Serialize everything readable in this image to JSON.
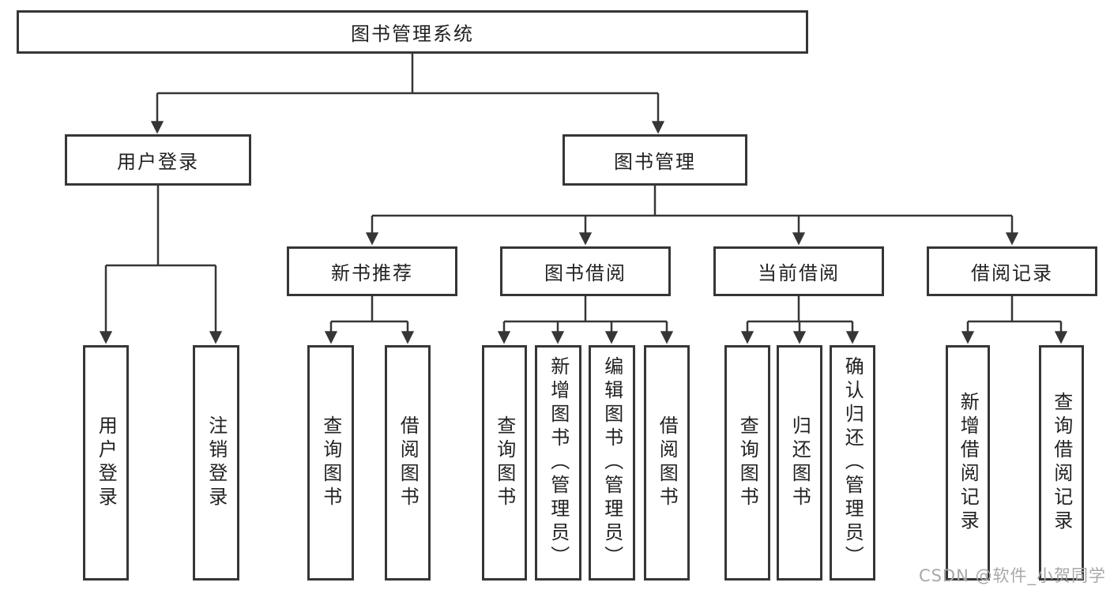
{
  "diagram": {
    "root": {
      "label": "图书管理系统"
    },
    "level2": [
      {
        "label": "用户登录"
      },
      {
        "label": "图书管理"
      }
    ],
    "level3": [
      {
        "label": "新书推荐"
      },
      {
        "label": "图书借阅"
      },
      {
        "label": "当前借阅"
      },
      {
        "label": "借阅记录"
      }
    ],
    "leaves": [
      {
        "label": "用户登录"
      },
      {
        "label": "注销登录"
      },
      {
        "label": "查询图书"
      },
      {
        "label": "借阅图书"
      },
      {
        "label": "查询图书"
      },
      {
        "label": "新增图书（管理员）"
      },
      {
        "label": "编辑图书（管理员）"
      },
      {
        "label": "借阅图书"
      },
      {
        "label": "查询图书"
      },
      {
        "label": "归还图书"
      },
      {
        "label": "确认归还（管理员）"
      },
      {
        "label": "新增借阅记录"
      },
      {
        "label": "查询借阅记录"
      }
    ]
  },
  "watermark": {
    "text": "CSDN @软件_小贺同学"
  },
  "colors": {
    "line": "#363636",
    "box_border": "#363636",
    "text": "#222222",
    "watermark": "#a8a8a8",
    "background": "#ffffff"
  }
}
